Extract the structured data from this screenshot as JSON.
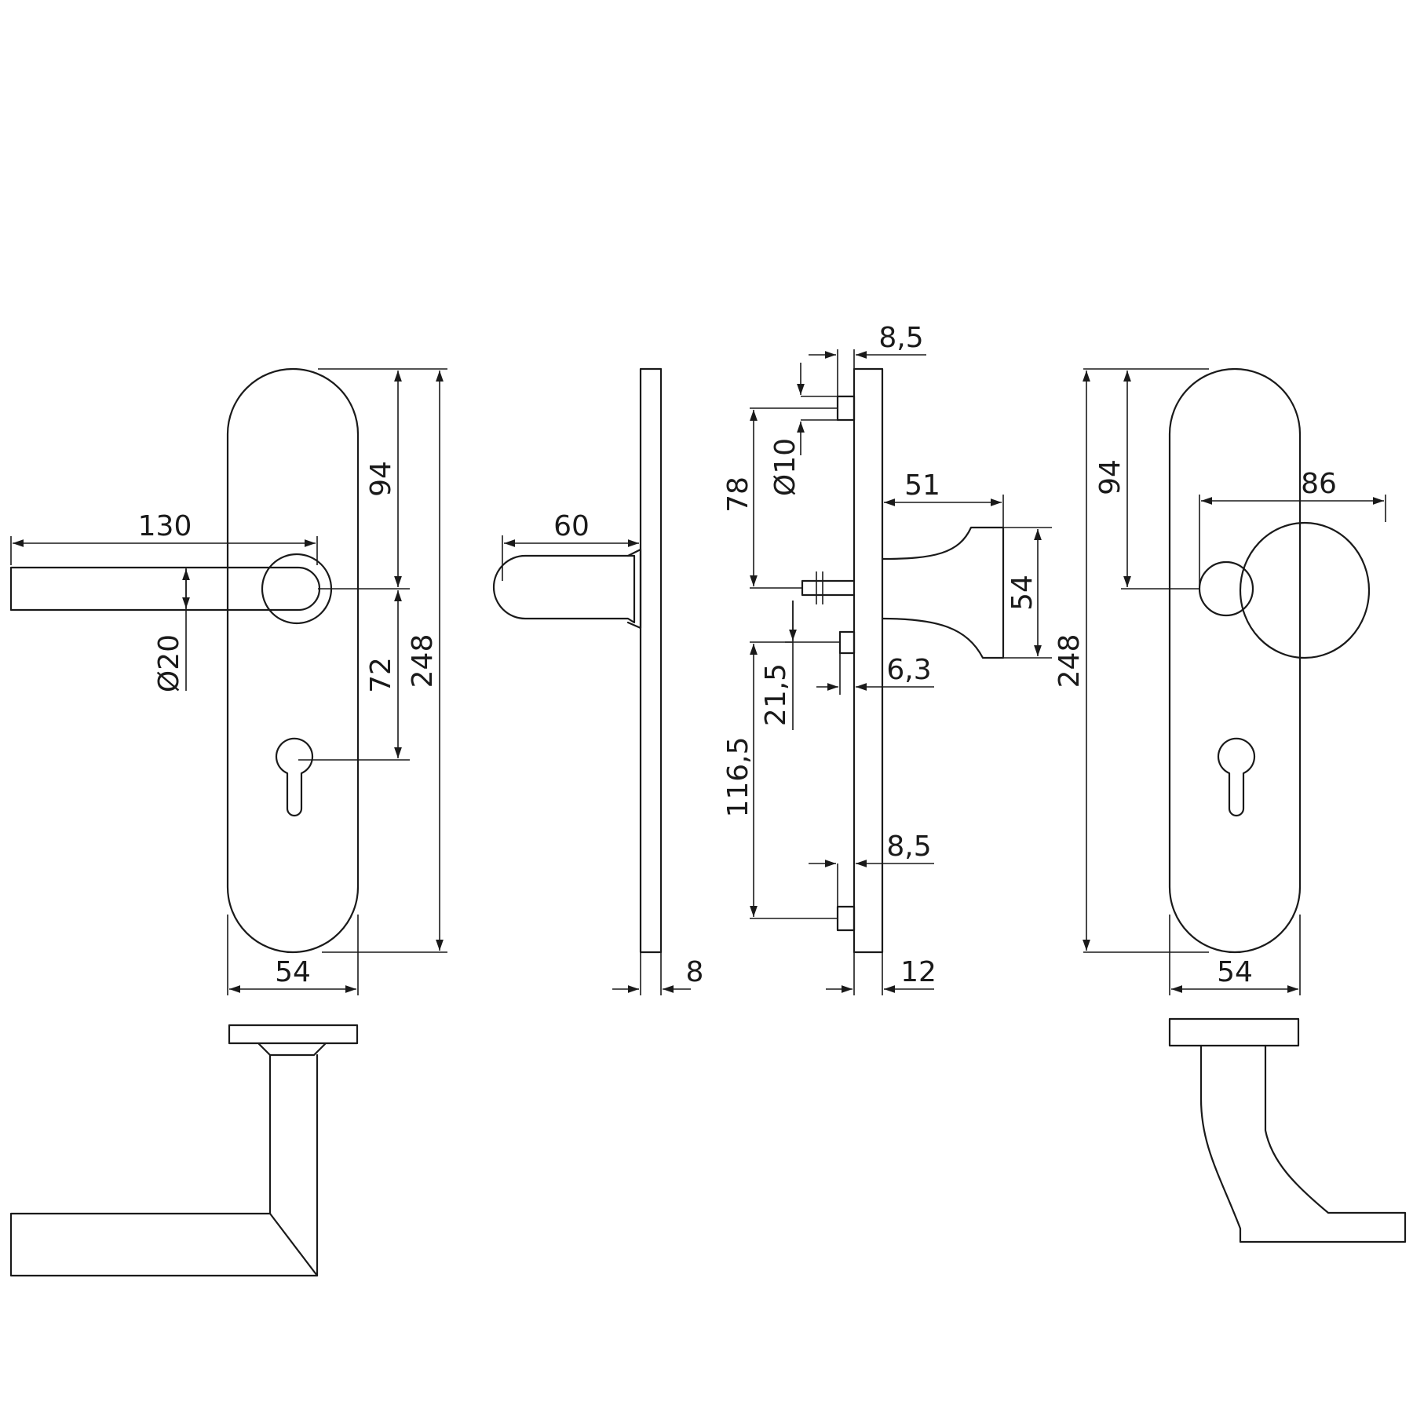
{
  "drawing": {
    "lever_front": {
      "length": "130",
      "diameter": "Ø20",
      "to_spindle": "94",
      "spindle_to_cylinder": "72",
      "total_height": "248",
      "width": "54"
    },
    "side_view": {
      "projection": "60",
      "thickness": "8"
    },
    "section_view": {
      "top_pin_offset": "8,5",
      "pin_diameter": "Ø10",
      "top_to_spindle": "78",
      "spindle_to_pin": "21,5",
      "pin_spacing": "116,5",
      "knob_projection": "51",
      "knob_height": "54",
      "pin_length": "6,3",
      "bottom_pin_offset": "8,5",
      "plate_thickness": "12"
    },
    "knob_front": {
      "to_spindle": "94",
      "knob_length": "86",
      "total_height": "248",
      "width": "54"
    }
  },
  "colors": {
    "line": "#1a1a1a",
    "background": "#ffffff"
  }
}
